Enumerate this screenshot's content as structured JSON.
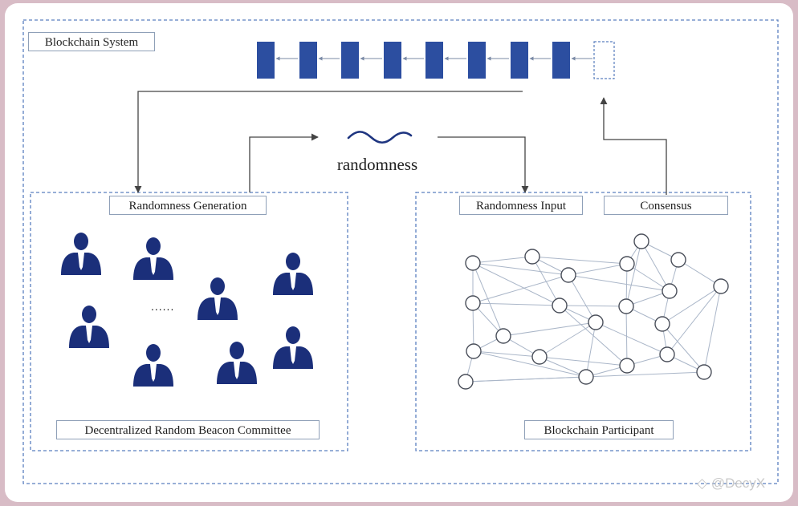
{
  "labels": {
    "system": "Blockchain System",
    "generation": "Randomness Generation",
    "randomness": "randomness",
    "input": "Randomness Input",
    "consensus": "Consensus",
    "committee": "Decentralized Random Beacon Committee",
    "participant": "Blockchain Participant",
    "ellipsis": "......",
    "watermark": "@DecyX"
  },
  "colors": {
    "block": "#2c4ea0",
    "person": "#1b2f7a",
    "line": "#4a4a4a",
    "dashed": "#5a7fbf",
    "node_edge": "#aab6c8"
  }
}
